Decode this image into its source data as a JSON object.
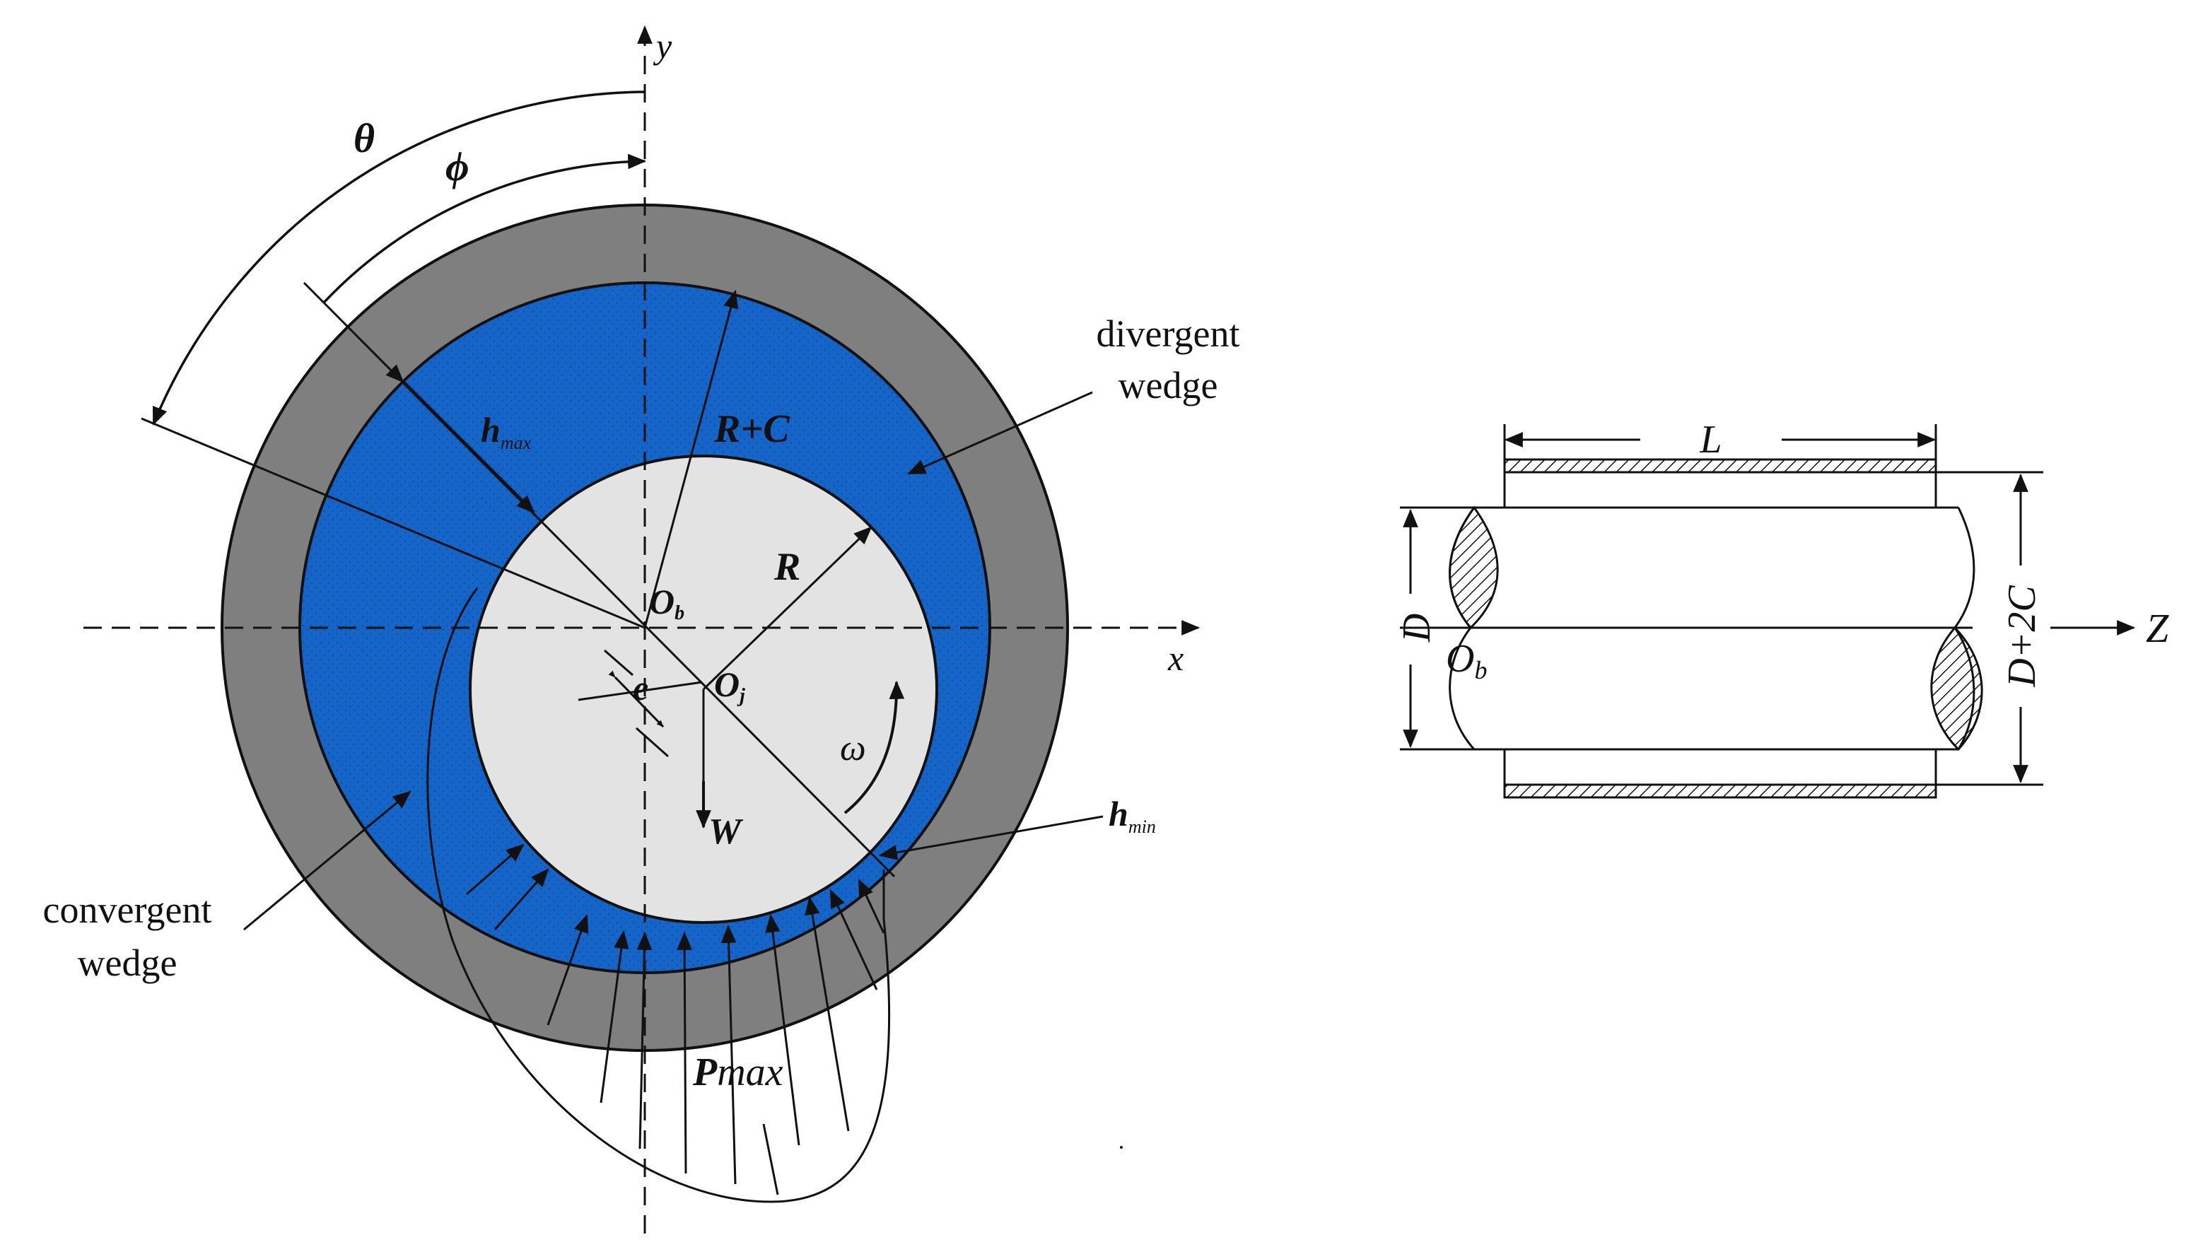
{
  "journal_labels": {
    "y_axis": "y",
    "x_axis": "x",
    "theta": "θ",
    "phi": "ϕ",
    "h_max_main": "h",
    "h_max_sub": "max",
    "r_plus_c": "R+C",
    "r": "R",
    "ob_main": "O",
    "ob_sub": "b",
    "oj_main": "O",
    "oj_sub": "j",
    "e": "e",
    "omega": "ω",
    "w": "W",
    "h_min_main": "h",
    "h_min_sub": "min",
    "p_max_main": "P",
    "p_max_rest": "max",
    "divergent_line1": "divergent",
    "divergent_line2": "wedge",
    "convergent_line1": "convergent",
    "convergent_line2": "wedge"
  },
  "side_view_labels": {
    "l": "L",
    "d": "D",
    "d_plus_2c": "D+2C",
    "ob_main": "O",
    "ob_sub": "b",
    "z": "Z"
  },
  "colors": {
    "bearing_shell": "#7f7f7f",
    "lubricant_film": "#1565c8",
    "journal": "#e3e3e3",
    "line": "#111111"
  }
}
